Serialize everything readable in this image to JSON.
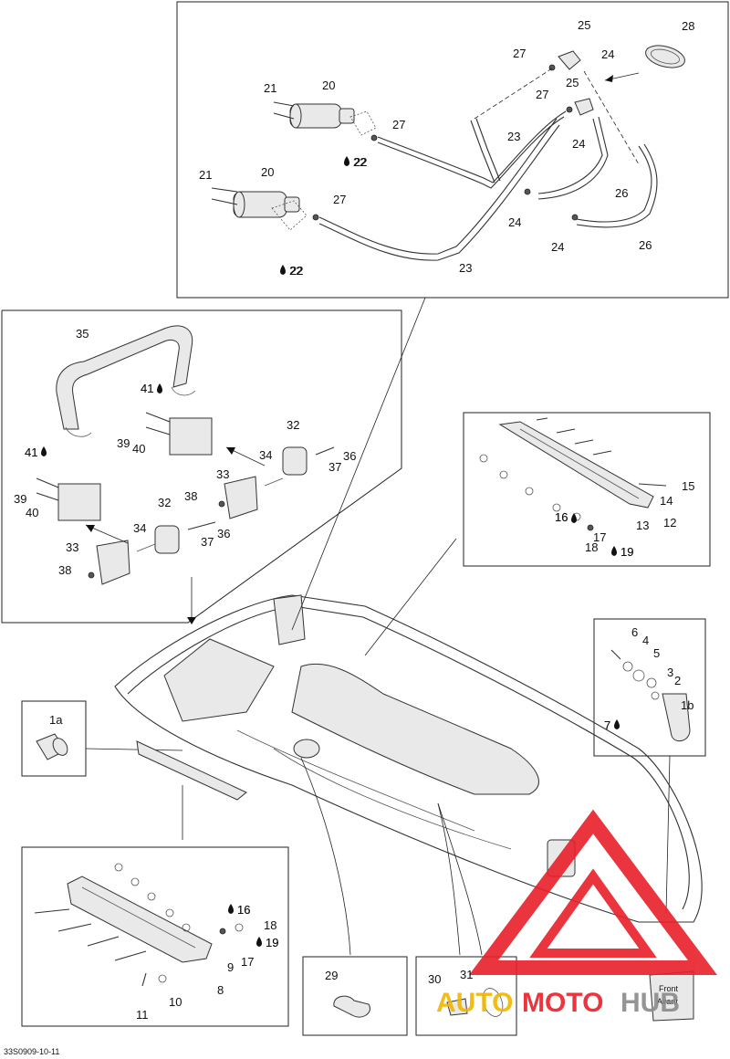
{
  "figure": {
    "reference_code": "33S0909-10-11"
  },
  "callouts": {
    "top": [
      "21",
      "20",
      "27",
      "22",
      "21",
      "20",
      "27",
      "22",
      "27",
      "25",
      "24",
      "28",
      "25",
      "27",
      "23",
      "24",
      "26",
      "24",
      "24",
      "26",
      "23"
    ],
    "upper_left": [
      "35",
      "41",
      "32",
      "39",
      "40",
      "36",
      "34",
      "37",
      "41",
      "33",
      "39",
      "40",
      "38",
      "32",
      "34",
      "36",
      "37",
      "33",
      "38"
    ],
    "right_rail": [
      "15",
      "14",
      "16",
      "13",
      "12",
      "17",
      "18",
      "19"
    ],
    "right_small": [
      "6",
      "4",
      "5",
      "3",
      "2",
      "1b",
      "7"
    ],
    "left_small": [
      "1a"
    ],
    "lower_left": [
      "16",
      "18",
      "19",
      "9",
      "17",
      "8",
      "11",
      "10"
    ],
    "bottom": [
      "29",
      "30",
      "31"
    ]
  },
  "sealant_drop_labels": [
    "22",
    "22",
    "41",
    "41",
    "16",
    "19",
    "7",
    "16",
    "19"
  ],
  "decal": {
    "line1": "Front",
    "line2": "Avant"
  },
  "watermark": {
    "part1": "AUTO",
    "part2": "MOTO",
    "part3": "HUB",
    "color_red": "#e8202a",
    "color_gold": "#f0b400",
    "color_gray": "#8a8a8a"
  }
}
